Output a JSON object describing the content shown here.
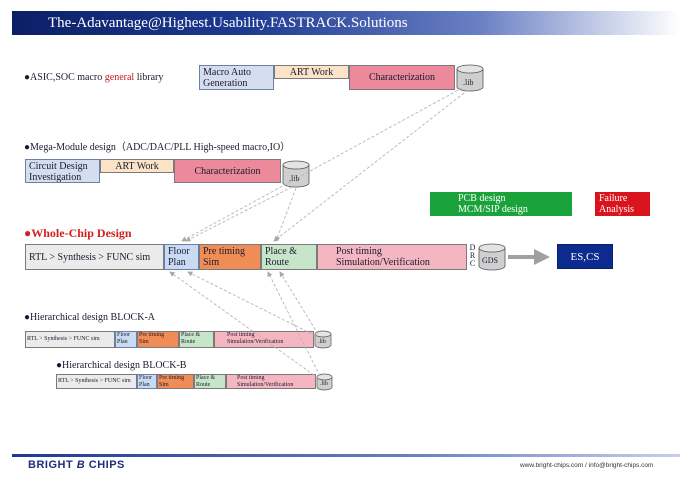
{
  "header": {
    "title": "The-Adavantage@Highest.Usability.FASTRACK.Solutions"
  },
  "sections": {
    "asic": {
      "label_prefix": "●ASIC,SOC macro ",
      "label_highlight": "general",
      "label_suffix": " library",
      "steps": {
        "macro_line1": "Macro Auto",
        "macro_line2": "Generation",
        "art": "ART Work",
        "char": "Characterization"
      },
      "lib": ".lib"
    },
    "mega": {
      "label": "●Mega-Module design（ADC/DAC/PLL High-speed macro,IO）",
      "steps": {
        "circuit_line1": "Circuit Design",
        "circuit_line2": "Investigation",
        "art": "ART Work",
        "char": "Characterization"
      },
      "lib": ".lib"
    },
    "whole": {
      "label": "●Whole-Chip Design",
      "steps": {
        "rtl": "RTL > Synthesis > FUNC sim",
        "floor_line1": "Floor",
        "floor_line2": "Plan",
        "pre_line1": "Pre timing",
        "pre_line2": "Sim",
        "place_line1": "Place &",
        "place_line2": "Route",
        "post_line1": "Post timing",
        "post_line2": "Simulation/Verification"
      },
      "drc": [
        "D",
        "R",
        "C"
      ],
      "gds": "GDS",
      "es": "ES,CS"
    },
    "block_a": {
      "label": "●Hierarchical design BLOCK-A",
      "steps": {
        "rtl": "RTL > Synthesis > FUNC sim",
        "floor_line1": "Floor",
        "floor_line2": "Plan",
        "pre_line1": "Pre timing",
        "pre_line2": "Sim",
        "place_line1": "Place &",
        "place_line2": "Route",
        "post_line1": "Post timing",
        "post_line2": "Simulation/Verification"
      },
      "lib": ".lib"
    },
    "block_b": {
      "label": "●Hierarchical design BLOCK-B",
      "steps": {
        "rtl": "RTL > Synthesis > FUNC sim",
        "floor_line1": "Floor",
        "floor_line2": "Plan",
        "pre_line1": "Pre timing",
        "pre_line2": "Sim",
        "place_line1": "Place &",
        "place_line2": "Route",
        "post_line1": "Post timing",
        "post_line2": "Simulation/Verification"
      },
      "lib": ".lib"
    }
  },
  "side": {
    "pcb_line1": "PCB design",
    "pcb_line2": "MCM/SIP design",
    "failure_line1": "Failure",
    "failure_line2": "Analysis"
  },
  "footer": {
    "logo_left": "BRIGHT",
    "logo_mark": "B",
    "logo_right": "CHIPS",
    "contact": "www.bright-chips.com / info@bright-chips.com"
  },
  "colors": {
    "title_bar": "#0b1f66",
    "pcb": "#1aa33a",
    "failure": "#d9141c",
    "es_cs": "#0d2b8e",
    "highlight": "#c41a1a"
  }
}
